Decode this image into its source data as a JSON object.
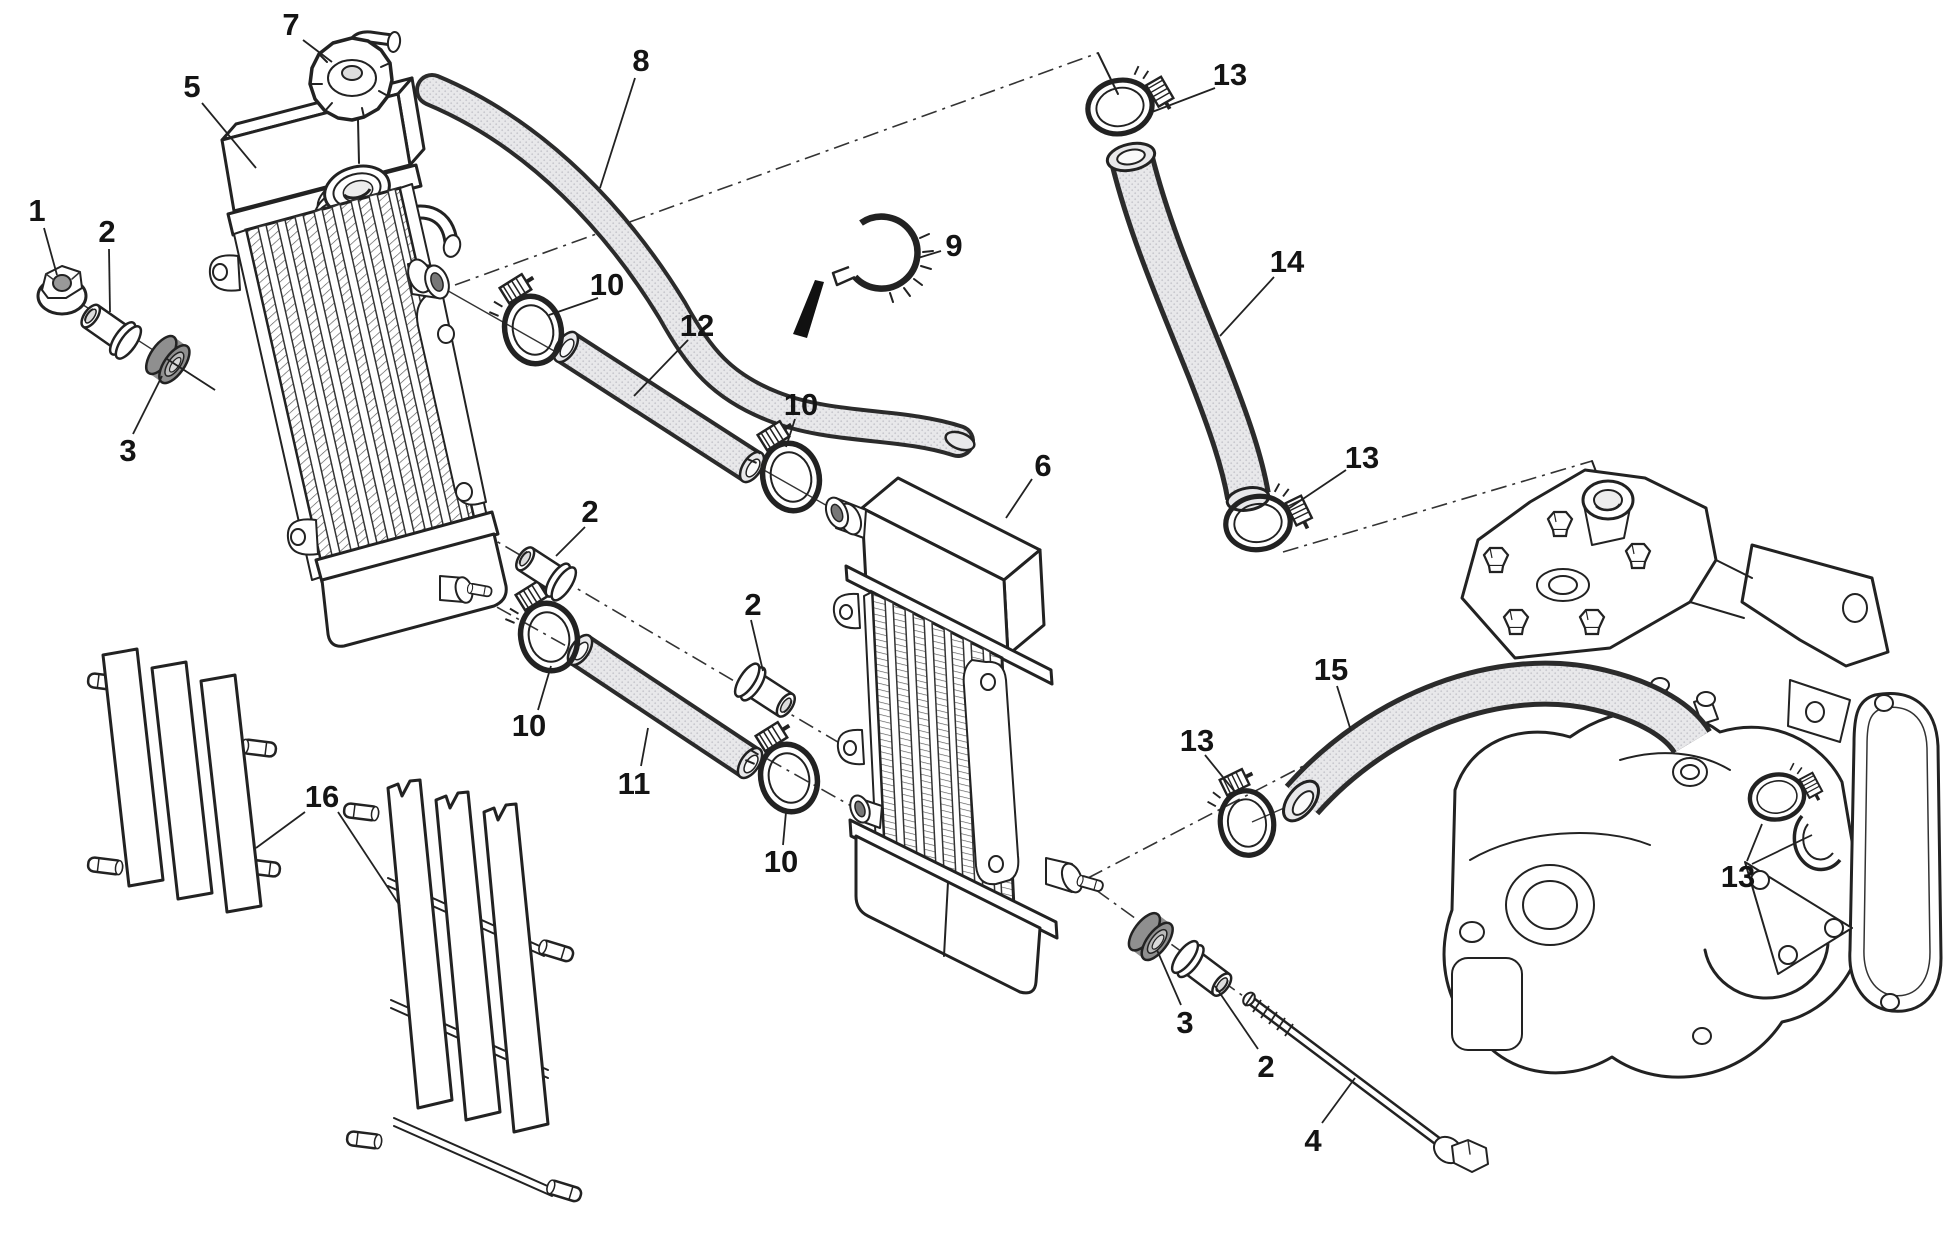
{
  "palette": {
    "line": "#222222",
    "hose_fill": "#e8e8ea",
    "grommet_fill": "#8f8f8f",
    "background": "#ffffff"
  },
  "callouts": [
    {
      "text": "1"
    },
    {
      "text": "2"
    },
    {
      "text": "3"
    },
    {
      "text": "5"
    },
    {
      "text": "7"
    },
    {
      "text": "8"
    },
    {
      "text": "9"
    },
    {
      "text": "10"
    },
    {
      "text": "12"
    },
    {
      "text": "13"
    },
    {
      "text": "14"
    },
    {
      "text": "13"
    },
    {
      "text": "6"
    },
    {
      "text": "2"
    },
    {
      "text": "2"
    },
    {
      "text": "10"
    },
    {
      "text": "11"
    },
    {
      "text": "10"
    },
    {
      "text": "10"
    },
    {
      "text": "15"
    },
    {
      "text": "13"
    },
    {
      "text": "13"
    },
    {
      "text": "3"
    },
    {
      "text": "2"
    },
    {
      "text": "4"
    },
    {
      "text": "16"
    }
  ]
}
